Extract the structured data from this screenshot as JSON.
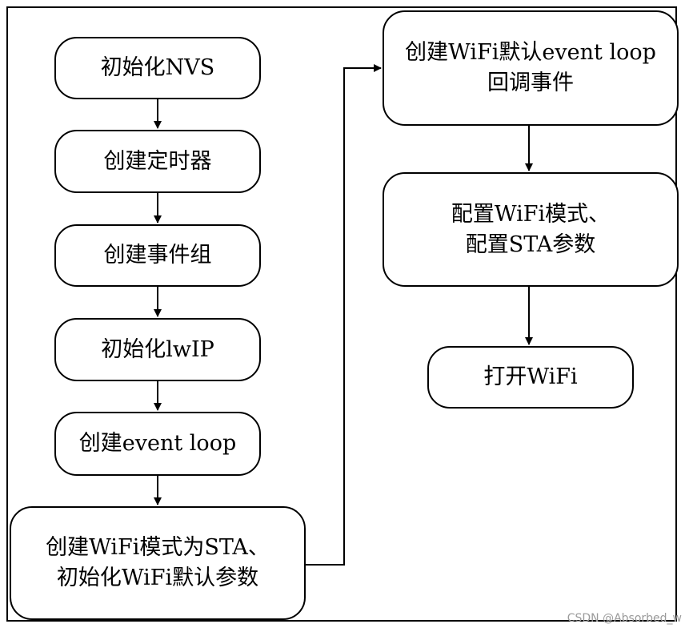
{
  "boxes": {
    "init_nvs": [
      "初始化NVS"
    ],
    "create_timer": [
      "创建定时器"
    ],
    "create_event_group": [
      "创建事件组"
    ],
    "init_lwip": [
      "初始化lwIP"
    ],
    "create_event_loop": [
      "创建event loop"
    ],
    "create_wifi_sta": [
      "创建WiFi模式为STA、",
      "初始化WiFi默认参数"
    ],
    "create_wifi_event_loop": [
      "创建WiFi默认event loop",
      "回调事件"
    ],
    "config_wifi": [
      "配置WiFi模式、",
      "配置STA参数"
    ],
    "start_wifi": [
      "打开WiFi"
    ]
  },
  "watermark": "CSDN @Absorbed_w"
}
